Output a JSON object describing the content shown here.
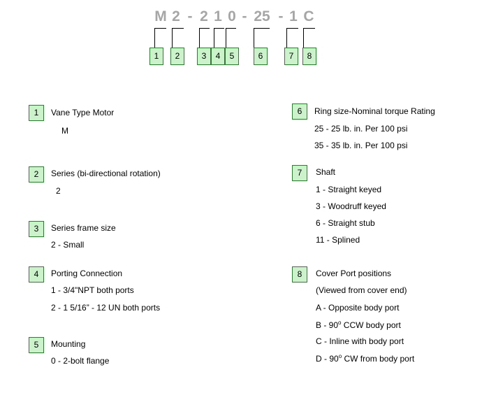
{
  "code": [
    "M",
    "2",
    "-",
    "2",
    "1",
    "0",
    "-",
    "25",
    "-",
    "1",
    "C"
  ],
  "top_boxes": [
    "1",
    "2",
    "3",
    "4",
    "5",
    "6",
    "7",
    "8"
  ],
  "sections": [
    {
      "num": "1",
      "title": "Vane Type Motor",
      "lines": [
        "M"
      ]
    },
    {
      "num": "2",
      "title": "Series (bi-directional rotation)",
      "lines": [
        "2"
      ]
    },
    {
      "num": "3",
      "title": "Series frame size",
      "lines": [
        "2  - Small"
      ]
    },
    {
      "num": "4",
      "title": "Porting Connection",
      "lines": [
        "1  - 3/4\"NPT both ports",
        "2  - 1 5/16” - 12 UN both ports"
      ]
    },
    {
      "num": "5",
      "title": "Mounting",
      "lines": [
        "0  - 2-bolt flange"
      ]
    },
    {
      "num": "6",
      "title": "Ring size-Nominal torque Rating",
      "lines": [
        "25  - 25 lb. in. Per 100 psi",
        "35  - 35 lb. in. Per 100 psi"
      ]
    },
    {
      "num": "7",
      "title": "Shaft",
      "lines": [
        "1   - Straight keyed",
        "3   - Woodruff keyed",
        "6   - Straight stub",
        "11  - Splined"
      ]
    },
    {
      "num": "8",
      "title": "Cover Port positions",
      "lines": [
        "(Viewed from cover end)",
        "A - Opposite body port",
        "B - 90",
        "C - Inline with body port",
        "D - 90"
      ]
    }
  ],
  "sup_o": "o",
  "b_suffix": " CCW body port",
  "d_suffix": " CW from body port"
}
